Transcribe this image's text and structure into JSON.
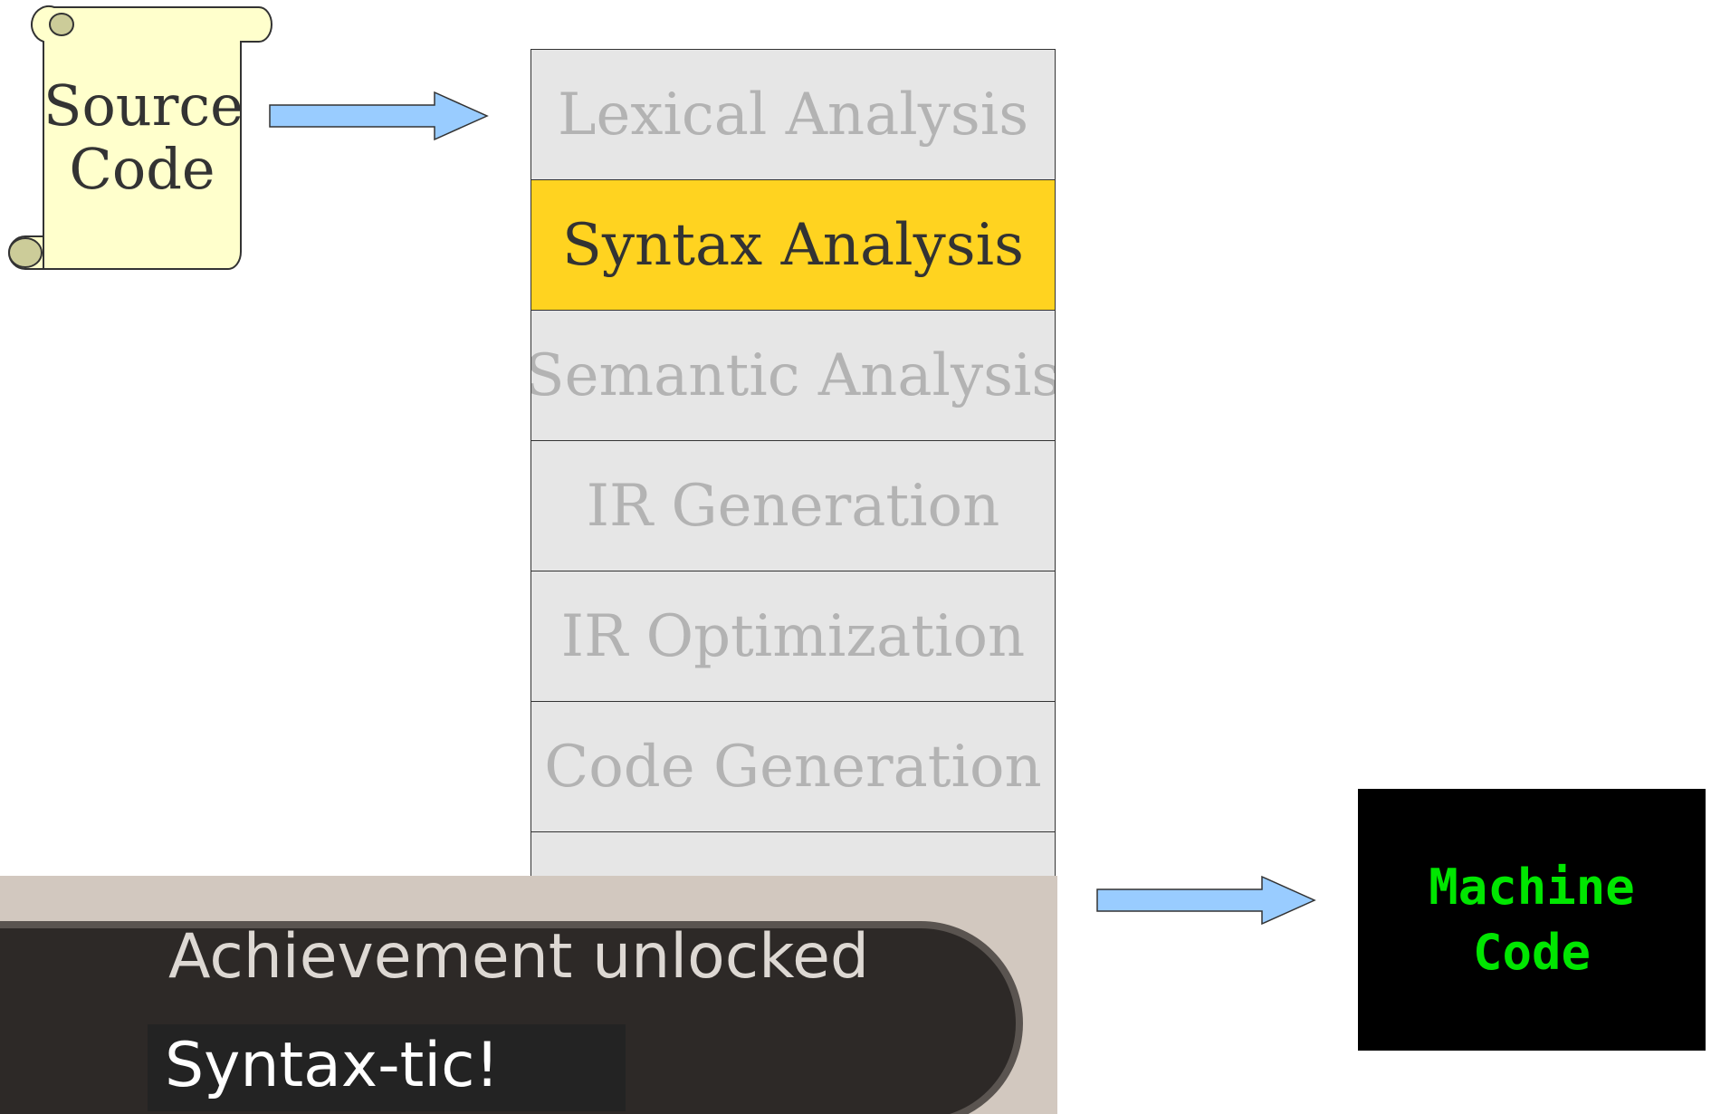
{
  "source": {
    "label_line1": "Source",
    "label_line2": "Code",
    "icon": "scroll-icon",
    "fill_color": "#ffffcc"
  },
  "phases": [
    {
      "label": "Lexical Analysis",
      "active": false
    },
    {
      "label": "Syntax Analysis",
      "active": true
    },
    {
      "label": "Semantic Analysis",
      "active": false
    },
    {
      "label": "IR Generation",
      "active": false
    },
    {
      "label": "IR Optimization",
      "active": false
    },
    {
      "label": "Code Generation",
      "active": false
    }
  ],
  "machine": {
    "label_line1": "Machine",
    "label_line2": "Code",
    "text_color": "#00e600",
    "background": "#000000"
  },
  "achievement": {
    "title": "Achievement unlocked",
    "name": "Syntax-tic!",
    "icon": "trophy-icon"
  },
  "colors": {
    "arrow": "#99ccff",
    "phase_active": "#ffd320",
    "phase_inactive": "#e6e6e6",
    "phase_inactive_text": "#b3b3b3"
  }
}
